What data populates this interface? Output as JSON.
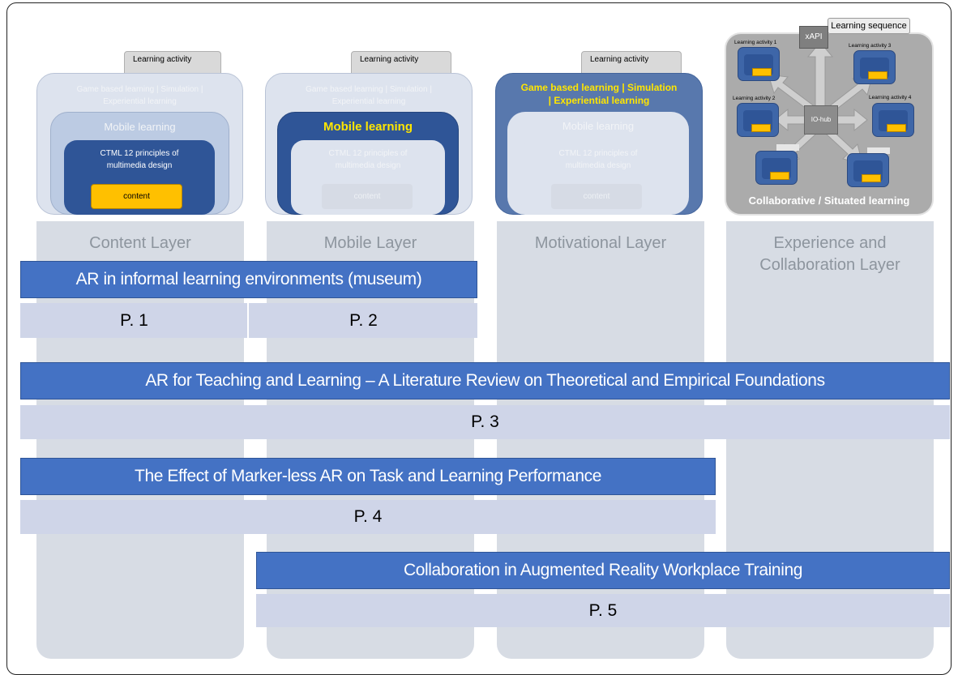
{
  "layers": {
    "content": {
      "tab": "Learning activity",
      "outer": "Game based learning | Simulation | Experiential learning",
      "mobile": "Mobile learning",
      "ctml": "CTML 12 principles of multimedia design",
      "content": "content",
      "title": "Content Layer"
    },
    "mobile": {
      "tab": "Learning activity",
      "outer": "Game based learning | Simulation | Experiential learning",
      "mobile": "Mobile learning",
      "ctml": "CTML 12 principles of multimedia design",
      "content": "content",
      "title": "Mobile Layer"
    },
    "motivational": {
      "tab": "Learning activity",
      "outer": "Game based learning | Simulation | Experiential learning",
      "mobile": "Mobile learning",
      "ctml": "CTML 12 principles of multimedia design",
      "content": "content",
      "title": "Motivational Layer"
    },
    "experience": {
      "sequence": "Learning sequence",
      "xapi": "xAPI",
      "hub": "IO-hub",
      "activities": [
        "Learning activity 1",
        "Learning activity 3",
        "Learning activity 2",
        "Learning activity 4"
      ],
      "caption": "Collaborative / Situated learning",
      "title": "Experience and Collaboration Layer"
    }
  },
  "papers": [
    {
      "title": "AR in informal learning environments (museum)",
      "labels": [
        "P. 1",
        "P. 2"
      ]
    },
    {
      "title": "AR for Teaching and Learning – A Literature Review on Theoretical and Empirical Foundations",
      "labels": [
        "P. 3"
      ]
    },
    {
      "title": "The Effect of Marker-less AR on Task and Learning Performance",
      "labels": [
        "P. 4"
      ]
    },
    {
      "title": "Collaboration in Augmented Reality Workplace Training",
      "labels": [
        "P. 5"
      ]
    }
  ],
  "colors": {
    "bar": "#4472c4",
    "paper_bar": "#cfd5e8",
    "column": "#d7dce4",
    "navy": "#2f5597",
    "highlight": "#ffc000",
    "highlight_text": "#ffe600"
  }
}
